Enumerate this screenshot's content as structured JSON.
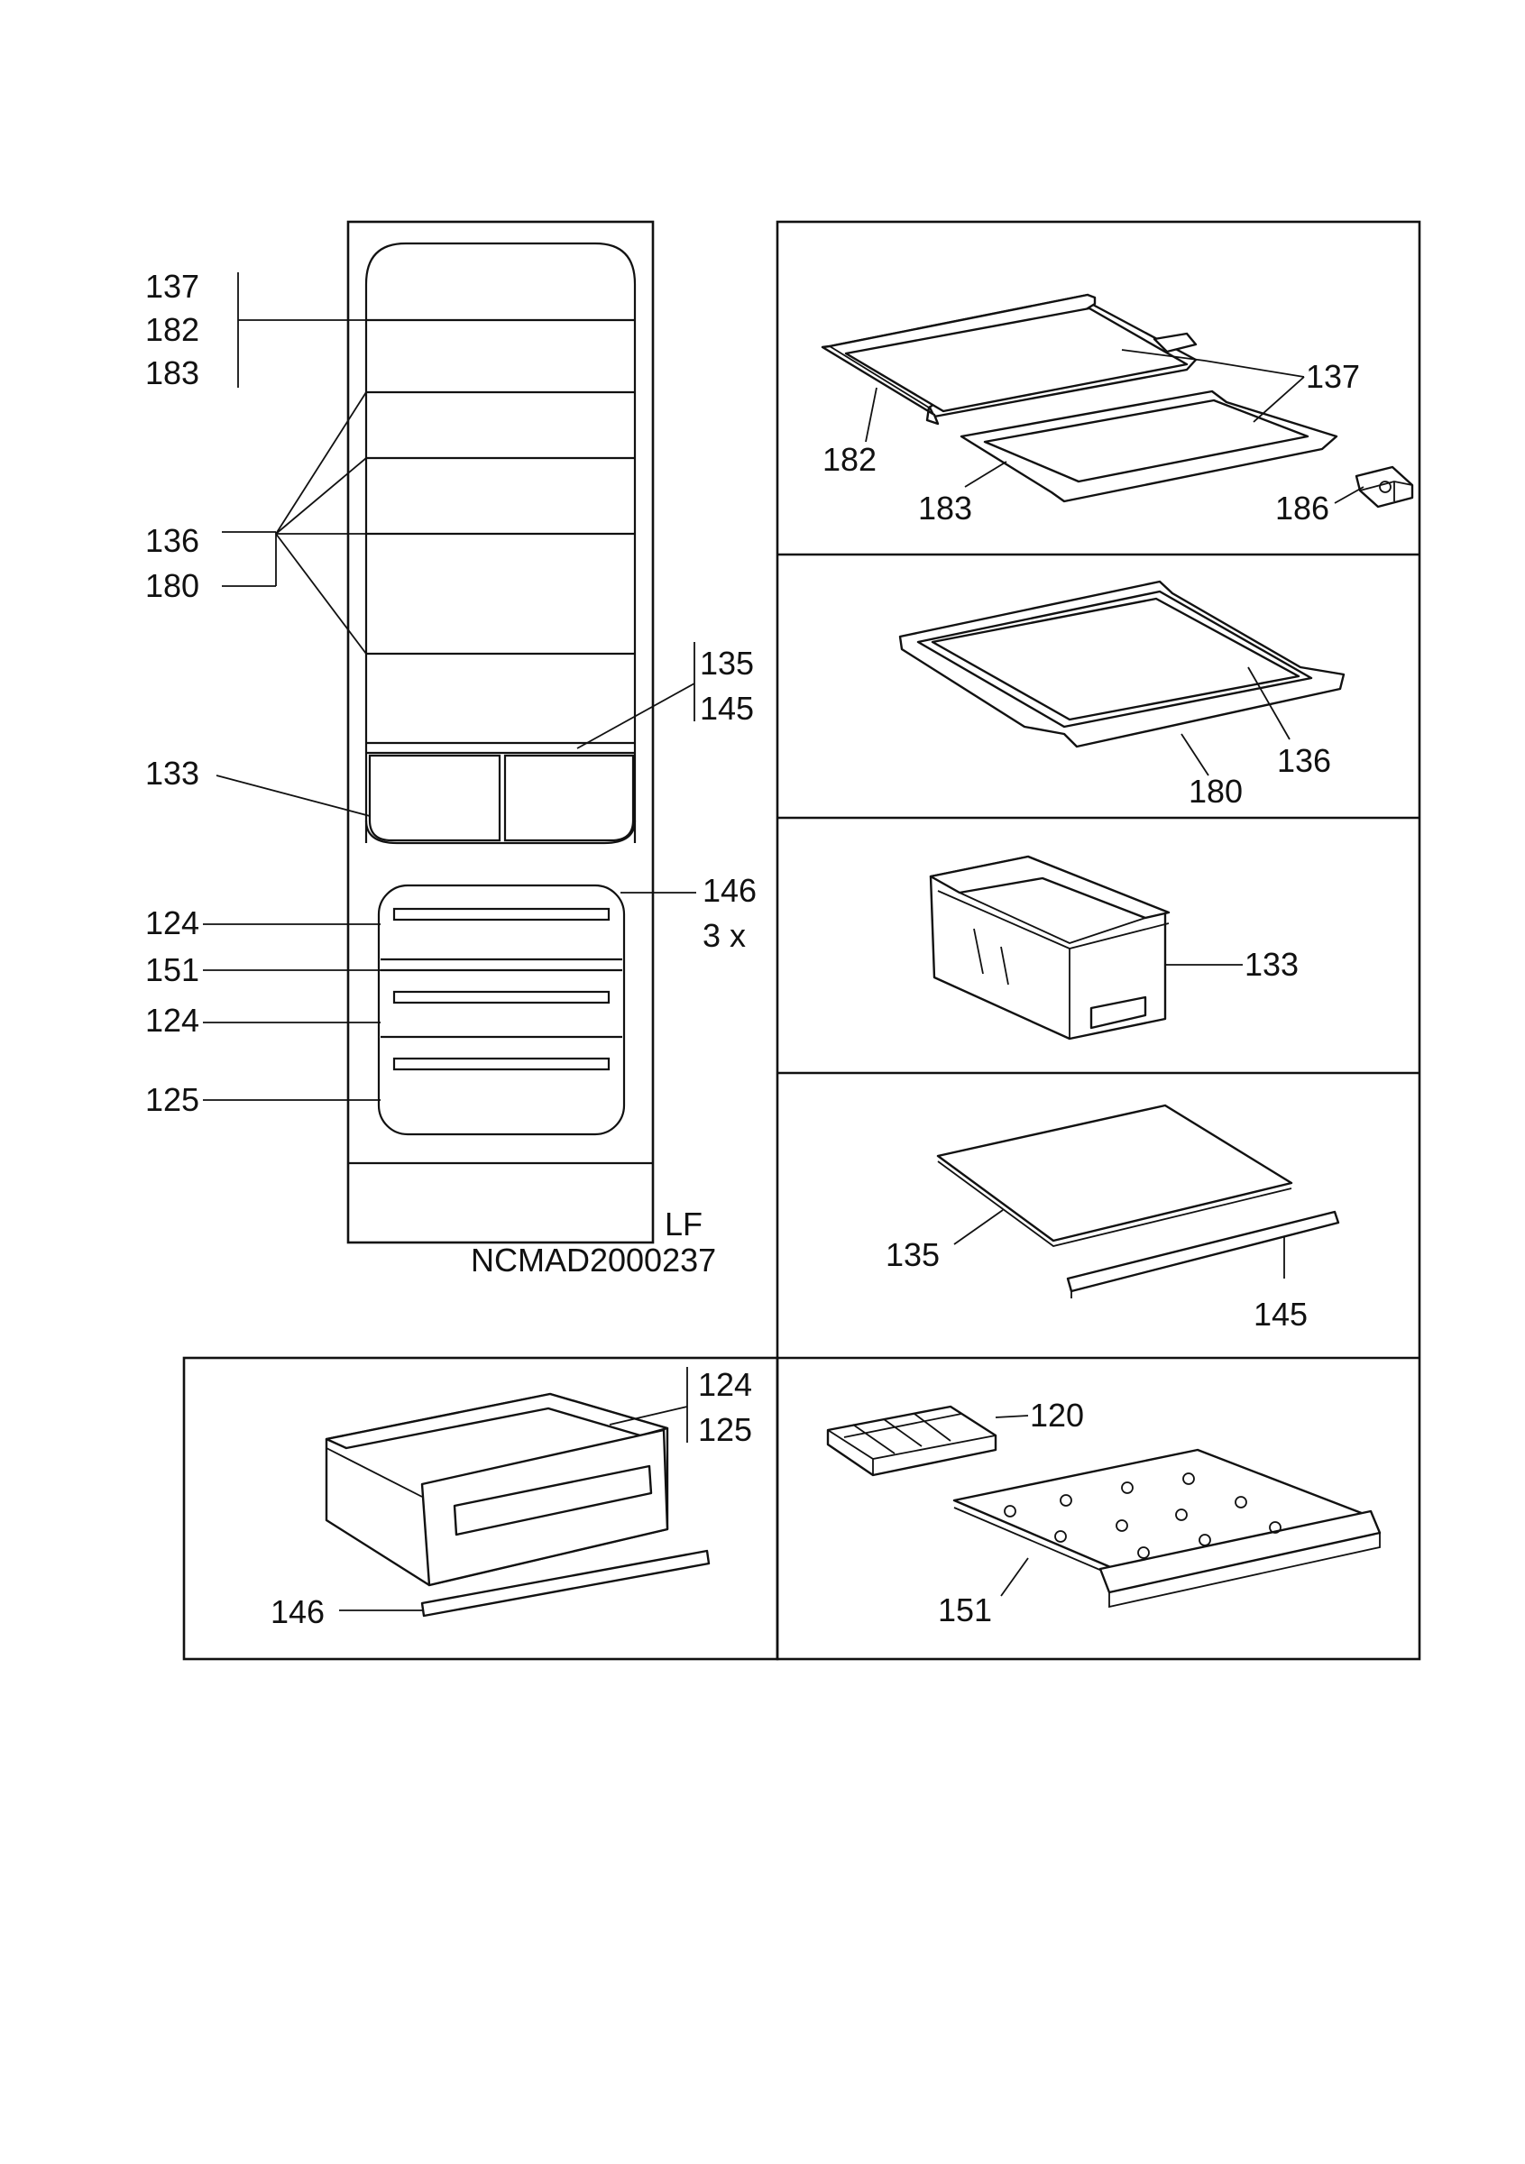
{
  "labels": {
    "c137": "137",
    "c182": "182",
    "c183": "183",
    "c136": "136",
    "c180": "180",
    "c135": "135",
    "c145": "145",
    "c133": "133",
    "c146": "146",
    "c3x": "3 x",
    "c124a": "124",
    "c151": "151",
    "c124b": "124",
    "c125": "125",
    "lf": "LF",
    "code": "NCMAD2000237",
    "p1_137": "137",
    "p1_182": "182",
    "p1_183": "183",
    "p1_186": "186",
    "p2_136": "136",
    "p2_180": "180",
    "p3_133": "133",
    "p4_135": "135",
    "p4_145": "145",
    "p5_124": "124",
    "p5_125": "125",
    "p5_146": "146",
    "p6_120": "120",
    "p6_151": "151"
  }
}
